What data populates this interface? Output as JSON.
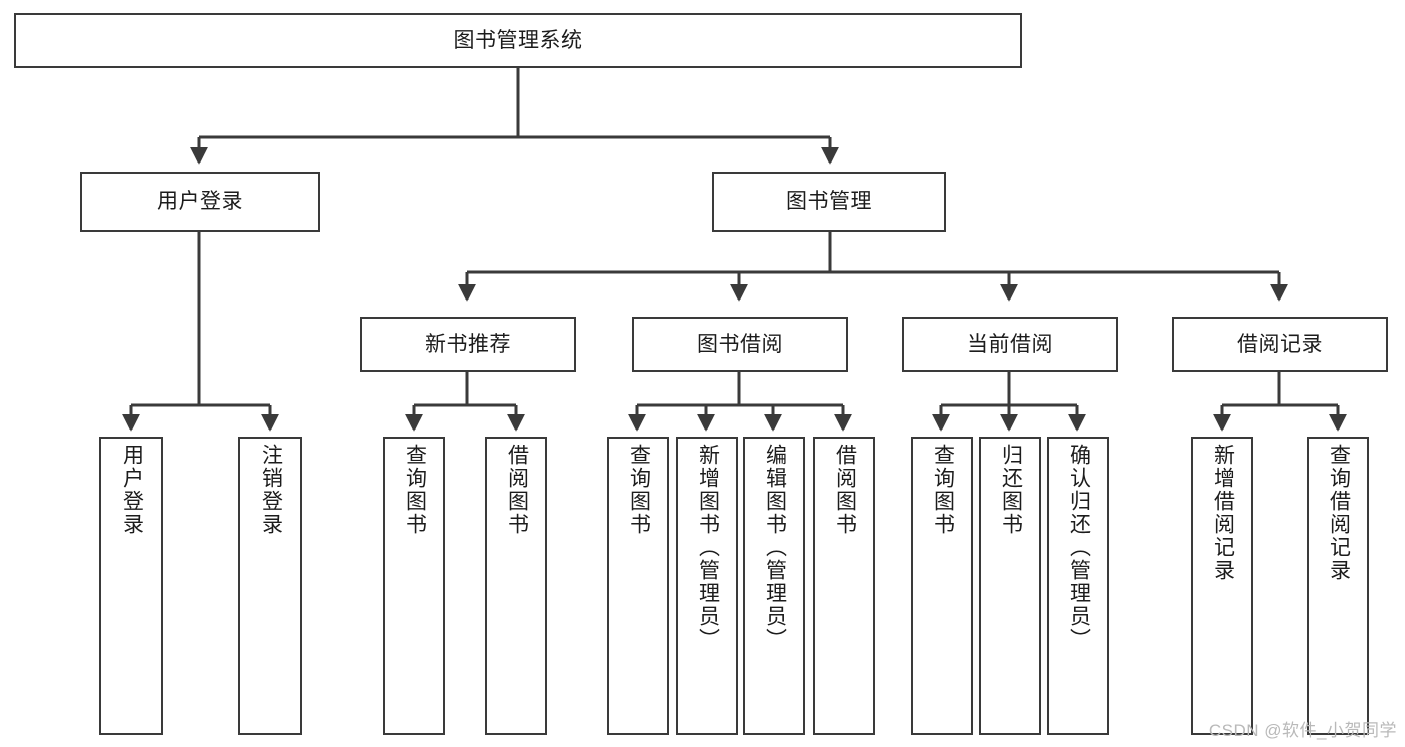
{
  "diagram": {
    "type": "tree",
    "title": "图书管理系统",
    "background_color": "#ffffff",
    "line_color": "#3a3a3a",
    "text_color": "#1c1c1c",
    "root": {
      "id": "root",
      "label": "图书管理系统",
      "orientation": "horizontal"
    },
    "level1": [
      {
        "id": "user-login",
        "label": "用户登录",
        "orientation": "horizontal"
      },
      {
        "id": "book-manage",
        "label": "图书管理",
        "orientation": "horizontal"
      }
    ],
    "level2": [
      {
        "id": "new-book-recommend",
        "label": "新书推荐",
        "orientation": "horizontal",
        "parent": "book-manage"
      },
      {
        "id": "book-borrow",
        "label": "图书借阅",
        "orientation": "horizontal",
        "parent": "book-manage"
      },
      {
        "id": "current-borrow",
        "label": "当前借阅",
        "orientation": "horizontal",
        "parent": "book-manage"
      },
      {
        "id": "borrow-record",
        "label": "借阅记录",
        "orientation": "horizontal",
        "parent": "book-manage"
      }
    ],
    "leaves": [
      {
        "id": "leaf-user-login",
        "label": "用户登录",
        "orientation": "vertical",
        "parent": "user-login"
      },
      {
        "id": "leaf-logout",
        "label": "注销登录",
        "orientation": "vertical",
        "parent": "user-login"
      },
      {
        "id": "leaf-query-book-1",
        "label": "查询图书",
        "orientation": "vertical",
        "parent": "new-book-recommend"
      },
      {
        "id": "leaf-borrow-book-1",
        "label": "借阅图书",
        "orientation": "vertical",
        "parent": "new-book-recommend"
      },
      {
        "id": "leaf-query-book-2",
        "label": "查询图书",
        "orientation": "vertical",
        "parent": "book-borrow"
      },
      {
        "id": "leaf-add-book",
        "label": "新增图书（管理员）",
        "orientation": "vertical",
        "parent": "book-borrow"
      },
      {
        "id": "leaf-edit-book",
        "label": "编辑图书（管理员）",
        "orientation": "vertical",
        "parent": "book-borrow"
      },
      {
        "id": "leaf-borrow-book-2",
        "label": "借阅图书",
        "orientation": "vertical",
        "parent": "book-borrow"
      },
      {
        "id": "leaf-query-book-3",
        "label": "查询图书",
        "orientation": "vertical",
        "parent": "current-borrow"
      },
      {
        "id": "leaf-return-book",
        "label": "归还图书",
        "orientation": "vertical",
        "parent": "current-borrow"
      },
      {
        "id": "leaf-confirm-return",
        "label": "确认归还（管理员）",
        "orientation": "vertical",
        "parent": "current-borrow"
      },
      {
        "id": "leaf-add-record",
        "label": "新增借阅记录",
        "orientation": "vertical",
        "parent": "borrow-record"
      },
      {
        "id": "leaf-query-record",
        "label": "查询借阅记录",
        "orientation": "vertical",
        "parent": "borrow-record"
      }
    ]
  },
  "watermark": {
    "text": "CSDN @软件_小贺同学",
    "color": "#b9b9b9"
  }
}
